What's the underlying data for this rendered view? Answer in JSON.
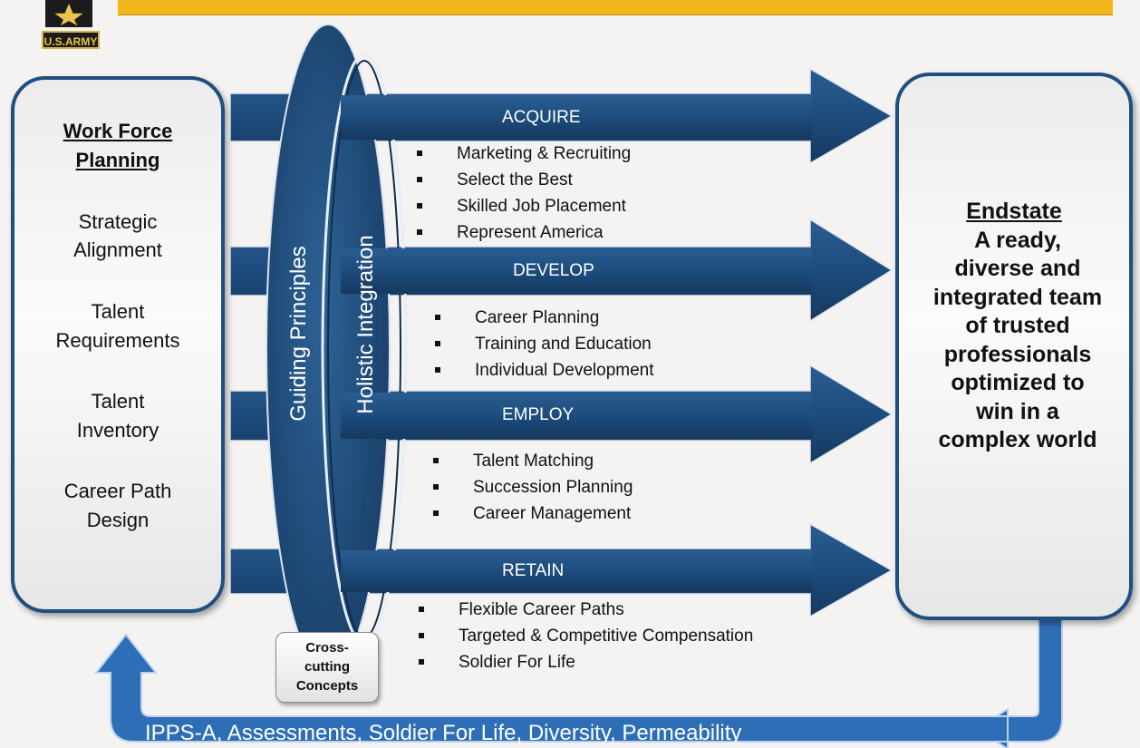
{
  "logo": {
    "label": "U.S.ARMY"
  },
  "left_panel": {
    "title_line1": "Work Force",
    "title_line2": "Planning",
    "items": [
      {
        "line1": "Strategic",
        "line2": "Alignment"
      },
      {
        "line1": "Talent",
        "line2": "Requirements"
      },
      {
        "line1": "Talent",
        "line2": "Inventory"
      },
      {
        "line1": "Career Path",
        "line2": "Design"
      }
    ]
  },
  "ellipses": {
    "outer_label": "Guiding Principles",
    "inner_label": "Holistic Integration"
  },
  "crosscut": {
    "line1": "Cross-",
    "line2": "cutting",
    "line3": "Concepts"
  },
  "arrows": [
    {
      "label": "ACQUIRE",
      "bullets": [
        "Marketing & Recruiting",
        "Select the Best",
        "Skilled Job Placement",
        "Represent America"
      ]
    },
    {
      "label": "DEVELOP",
      "bullets": [
        "Career Planning",
        "Training and Education",
        "Individual Development"
      ]
    },
    {
      "label": "EMPLOY",
      "bullets": [
        "Talent Matching",
        "Succession Planning",
        "Career Management"
      ]
    },
    {
      "label": "RETAIN",
      "bullets": [
        "Flexible Career Paths",
        "Targeted & Competitive Compensation",
        "Soldier For Life"
      ]
    }
  ],
  "right_panel": {
    "title": "Endstate",
    "lines": [
      "A ready,",
      "diverse and",
      "integrated team",
      "of trusted",
      "professionals",
      "optimized to",
      "win in a",
      "complex world"
    ]
  },
  "feedback": {
    "text": "IPPS-A, Assessments, Soldier For Life, Diversity, Permeability"
  },
  "colors": {
    "arrow_blue": "#1c4a7a",
    "band_gold": "#f4b71b",
    "panel_border": "#1f4f80"
  }
}
